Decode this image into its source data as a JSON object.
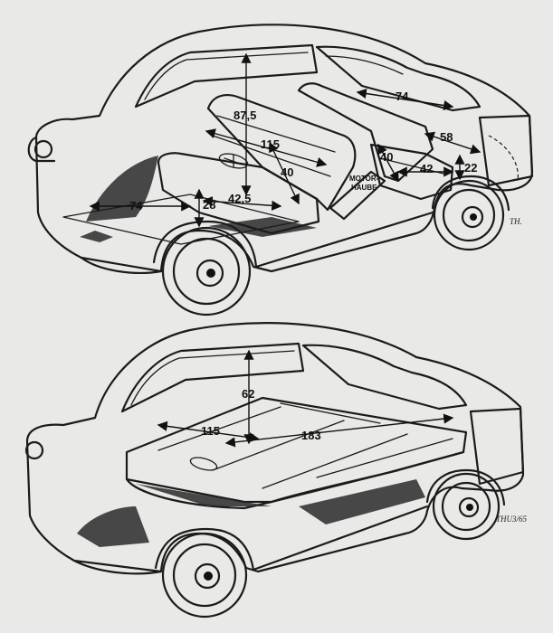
{
  "top_figure": {
    "labels": {
      "height": "87,5",
      "width_bench": "115",
      "seat_depth": "40",
      "floor_depth": "42,5",
      "floor_front": "74",
      "seat_height": "28",
      "rear_width": "74",
      "rear_depth": "58",
      "rear_seat_depth": "40",
      "rear_seat_width": "42",
      "rear_seat_height": "22",
      "motor_line1": "MOTOR-",
      "motor_line2": "HAUBE"
    },
    "signature": "TH."
  },
  "bottom_figure": {
    "labels": {
      "height": "62",
      "width": "115",
      "length": "183"
    },
    "signature": "THU3/65"
  }
}
